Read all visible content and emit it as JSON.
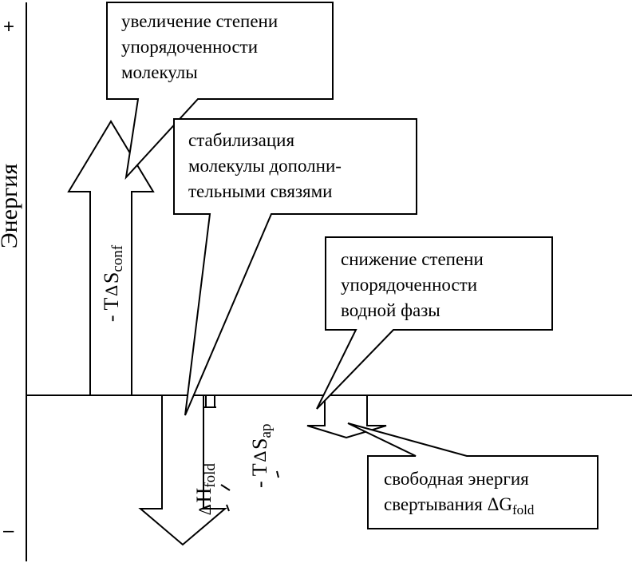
{
  "axis": {
    "label": "Энергия",
    "plus": "+",
    "minus": "–"
  },
  "callouts": {
    "conf_order": {
      "lines": [
        "увеличение степени",
        "упорядоченности",
        "молекулы"
      ]
    },
    "stabilization": {
      "lines": [
        "стабилизация",
        "молекулы дополни-",
        "тельными связями"
      ]
    },
    "water_order": {
      "lines": [
        "снижение степени",
        "упорядоченности",
        "водной фазы"
      ]
    },
    "free_energy": {
      "line1": "свободная энергия",
      "line2_prefix": "свертывания ",
      "symbol": "ΔG",
      "subscript": "fold"
    }
  },
  "arrows": {
    "t_delta_s_conf": {
      "prefix": "- T",
      "delta": "∆",
      "symbol": "S",
      "subscript": "conf"
    },
    "delta_h_fold": {
      "delta": "∆",
      "symbol": "H",
      "subscript": "fold"
    },
    "t_delta_s_ap": {
      "prefix": "- T",
      "delta": "∆",
      "symbol": "S",
      "subscript": "ap"
    }
  }
}
